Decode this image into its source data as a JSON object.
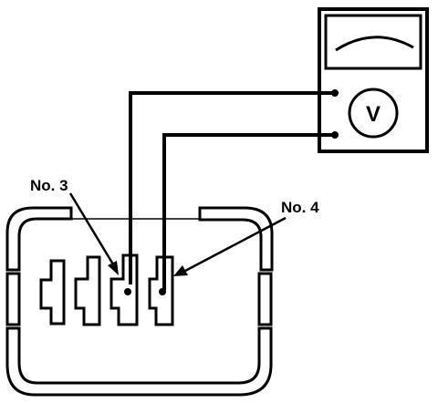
{
  "labels": {
    "terminal_3": "No. 3",
    "terminal_4": "No. 4"
  },
  "meter": {
    "symbol": "V"
  },
  "icons": {
    "meter": "voltmeter-icon",
    "connector": "connector-icon"
  },
  "colors": {
    "line": "#000000",
    "background": "#ffffff"
  }
}
